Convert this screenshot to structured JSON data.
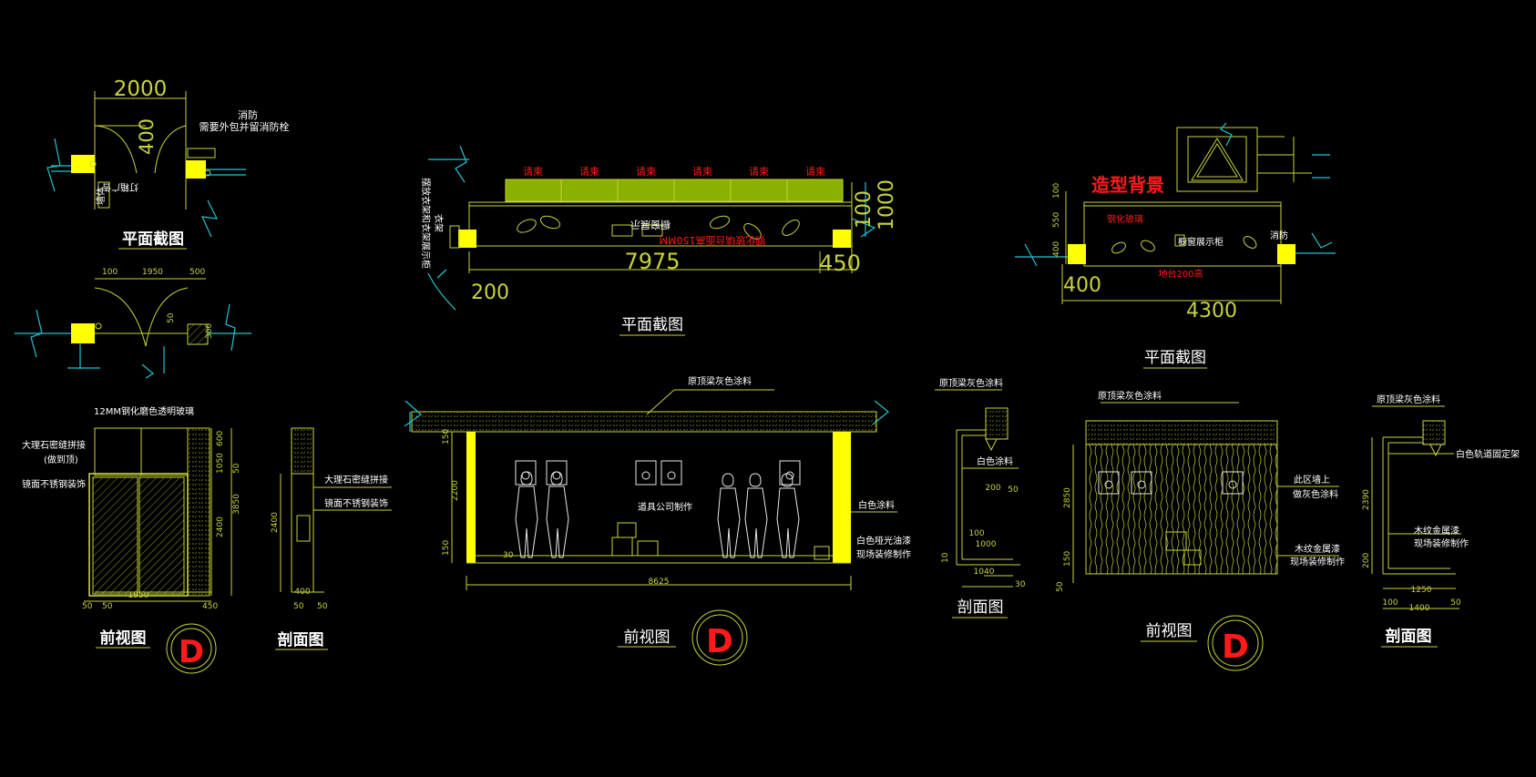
{
  "colors": {
    "background": "#000000",
    "line": "#c8d23c",
    "column_fill": "#ffff00",
    "break_line": "#21c3d2",
    "label": "#ffffff",
    "highlight": "#ff1a1a",
    "shelf": "#8ab000"
  },
  "left": {
    "plan_top": {
      "dim_width": "2000",
      "dim_side": "400",
      "note_line1": "消防",
      "note_line2": "需要外包并留消防栓",
      "label_a": "灯箱广告",
      "label_b": "墙体",
      "title": "平面截图"
    },
    "plan_bottom": {
      "dims": [
        "100",
        "1950",
        "500",
        "50",
        "300"
      ]
    },
    "front": {
      "glass_note": "12MM钢化磨色透明玻璃",
      "marble_note_line1": "大理石密缝拼接",
      "marble_note_line2": "(做到顶)",
      "steel_note": "镜面不锈钢装饰",
      "dims_right": [
        "600",
        "1050",
        "3850",
        "2400",
        "50"
      ],
      "dims_bottom": [
        "1950",
        "50",
        "50",
        "450"
      ],
      "title": "前视图",
      "badge": "D"
    },
    "section": {
      "note1": "大理石密缝拼接",
      "note2": "镜面不锈钢装饰",
      "dims": [
        "2400",
        "400",
        "50",
        "50"
      ],
      "title": "剖面图"
    }
  },
  "middle": {
    "plan": {
      "shelf_labels": [
        "请柬",
        "请柬",
        "请柬",
        "请柬",
        "请柬",
        "请柬"
      ],
      "center_label": "橱窗展示",
      "red_note": "钢化玻璃台面高150MM",
      "left_note": "摆放衣架和衣架展示柜",
      "left_note2": "衣架",
      "dims": [
        "7975",
        "450",
        "200",
        "100",
        "1000"
      ],
      "title": "平面截图"
    },
    "front": {
      "ceiling_note": "原顶梁灰色涂料",
      "prop_note": "道具公司制作",
      "right_note1": "白色涂料",
      "right_note2_line1": "白色哑光油漆",
      "right_note2_line2": "现场装修制作",
      "dims_left": [
        "150",
        "2200",
        "150",
        "30"
      ],
      "dim_bottom": "8625",
      "title": "前视图",
      "badge": "D"
    }
  },
  "right": {
    "plan": {
      "red_title": "造型背景",
      "red_label1": "钢化玻璃",
      "red_label2": "地台200高",
      "center_label": "橱窗展示柜",
      "right_label": "消防",
      "dims": [
        "400",
        "4300",
        "100",
        "550",
        "400"
      ],
      "title": "平面截图"
    },
    "section_a": {
      "ceiling_note": "原顶梁灰色涂料",
      "wall_note": "白色涂料",
      "dims": [
        "200",
        "50",
        "100",
        "1000",
        "1040",
        "10",
        "30"
      ],
      "title": "剖面图"
    },
    "front": {
      "ceiling_note": "原顶梁灰色涂料",
      "right_note1_line1": "此区墙上",
      "right_note1_line2": "做灰色涂料",
      "right_note2_line1": "木纹金属漆",
      "right_note2_line2": "现场装修制作",
      "dims_left": [
        "2850",
        "150",
        "50"
      ],
      "title": "前视图",
      "badge": "D"
    },
    "section_b": {
      "ceiling_note": "原顶梁灰色涂料",
      "wall_note": "白色轨道固定架",
      "wood_note_line1": "木纹金属漆",
      "wood_note_line2": "现场装修制作",
      "dims": [
        "2390",
        "200",
        "1250",
        "100",
        "1400",
        "50"
      ],
      "title": "剖面图"
    }
  }
}
